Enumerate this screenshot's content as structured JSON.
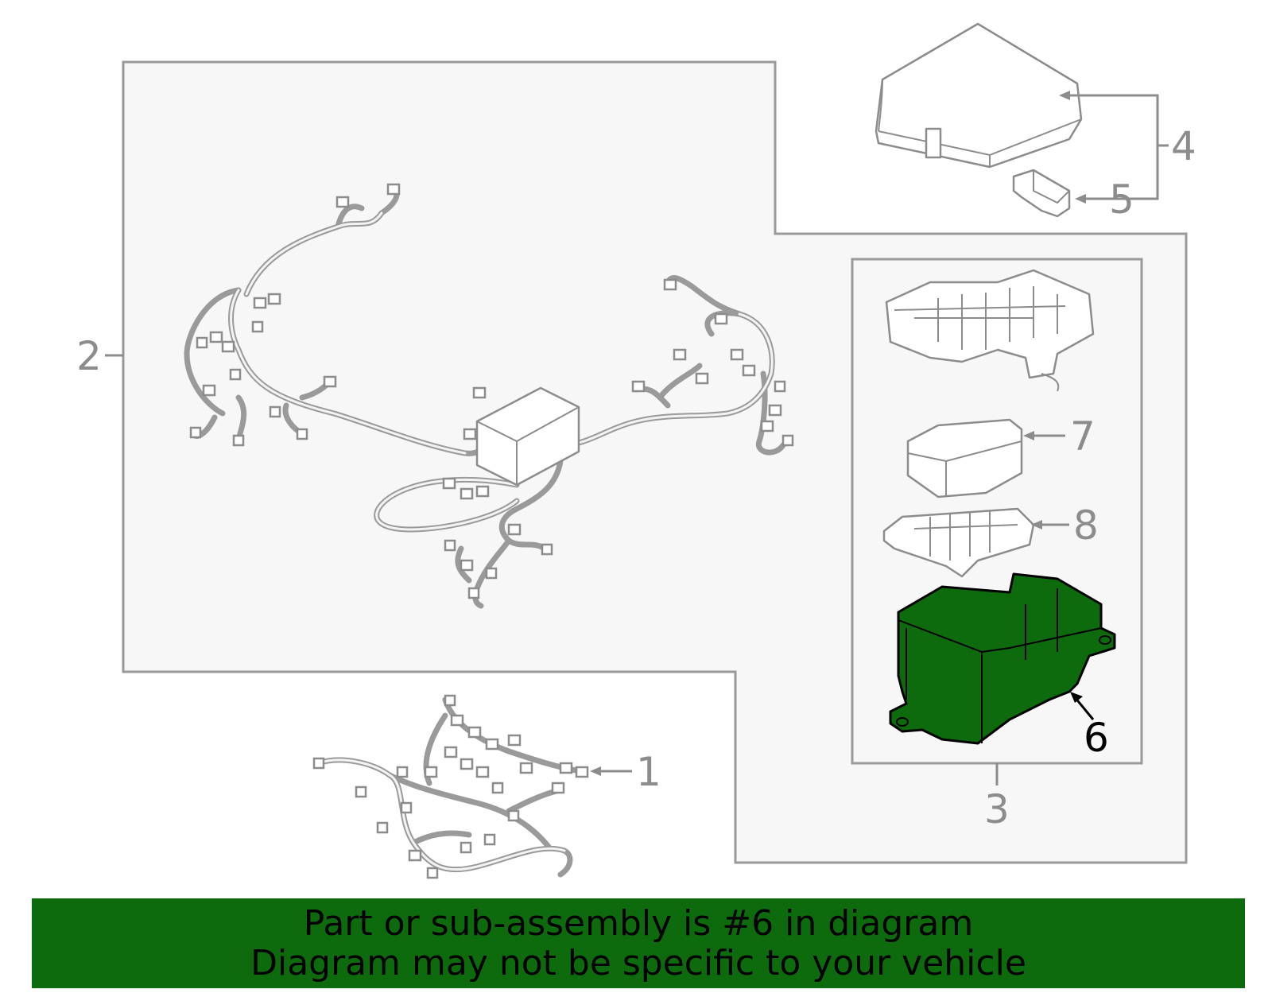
{
  "callouts": {
    "c1": "1",
    "c2": "2",
    "c3": "3",
    "c4": "4",
    "c5": "5",
    "c6": "6",
    "c7": "7",
    "c8": "8"
  },
  "banner": {
    "line1": "Part or sub-assembly is #6 in diagram",
    "line2": "Diagram may not be specific to your vehicle"
  },
  "colors": {
    "highlight": "#0d6b0d",
    "line": "#8c8c8c",
    "panel": "#f7f7f7"
  },
  "highlighted_part": "6"
}
